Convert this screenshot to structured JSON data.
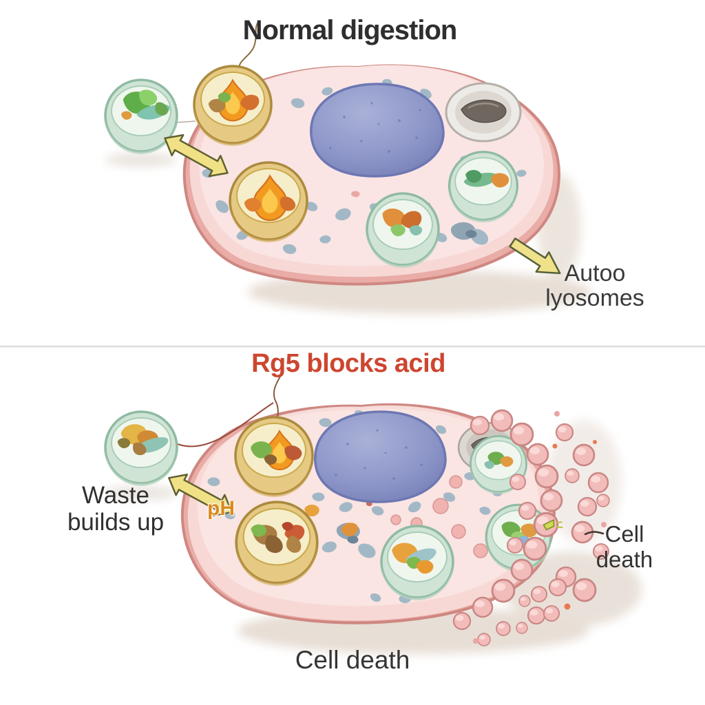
{
  "illustration": {
    "top_panel": {
      "title": "Normal digestion",
      "autolysosomes_label_line1": "Autoo",
      "autolysosomes_label_line2": "lyosomes"
    },
    "bottom_panel": {
      "title": "Rg5 blocks acid",
      "waste_label_line1": "Waste",
      "waste_label_line2": "builds up",
      "ph_label": "pH",
      "cell_death_side_line1": "Cell",
      "cell_death_side_line2": "death",
      "cell_death_caption": "Cell death"
    },
    "colors": {
      "top_title_text": "#2e2e2e",
      "bottom_title_text": "#cd4630",
      "label_text": "#333333",
      "ph_text": "#dd8a1d",
      "divider": "#dcdcdc",
      "cell_fill": "#f7d8d5",
      "cell_rim": "#e9aca6",
      "cell_outline": "#cf8781",
      "nucleus_fill": "#8d96c8",
      "lysosome_rim": "#e6c983",
      "lysosome_inner": "#f6eeca",
      "vesicle_rim": "#cfe4d5",
      "vesicle_inner": "#eff6ee",
      "flame_orange": "#f29a20",
      "arrow_yellow": "#f1e186",
      "bleb_pink": "#f2bcba",
      "debris_gray": "#a3b8c6",
      "shadow_beige": "#e7ded5"
    }
  }
}
